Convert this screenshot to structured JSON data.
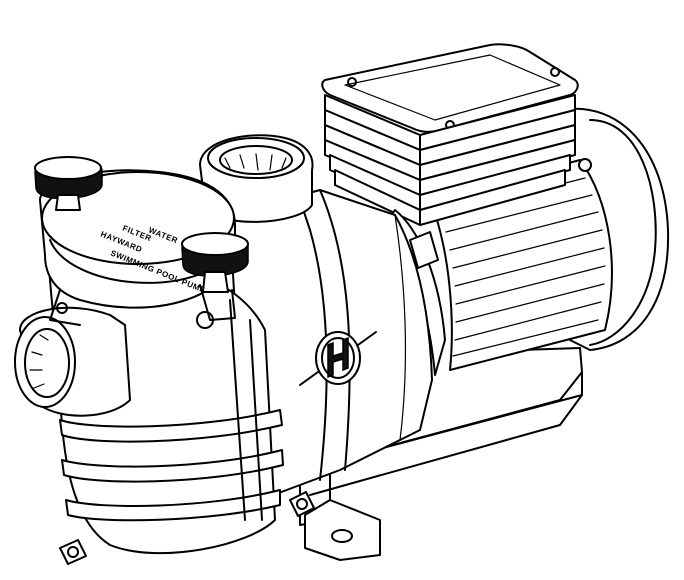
{
  "diagram": {
    "lid_text": [
      "HAYWARD",
      "FILTER",
      "WATER",
      "SWIMMING POOL PUMP"
    ]
  }
}
